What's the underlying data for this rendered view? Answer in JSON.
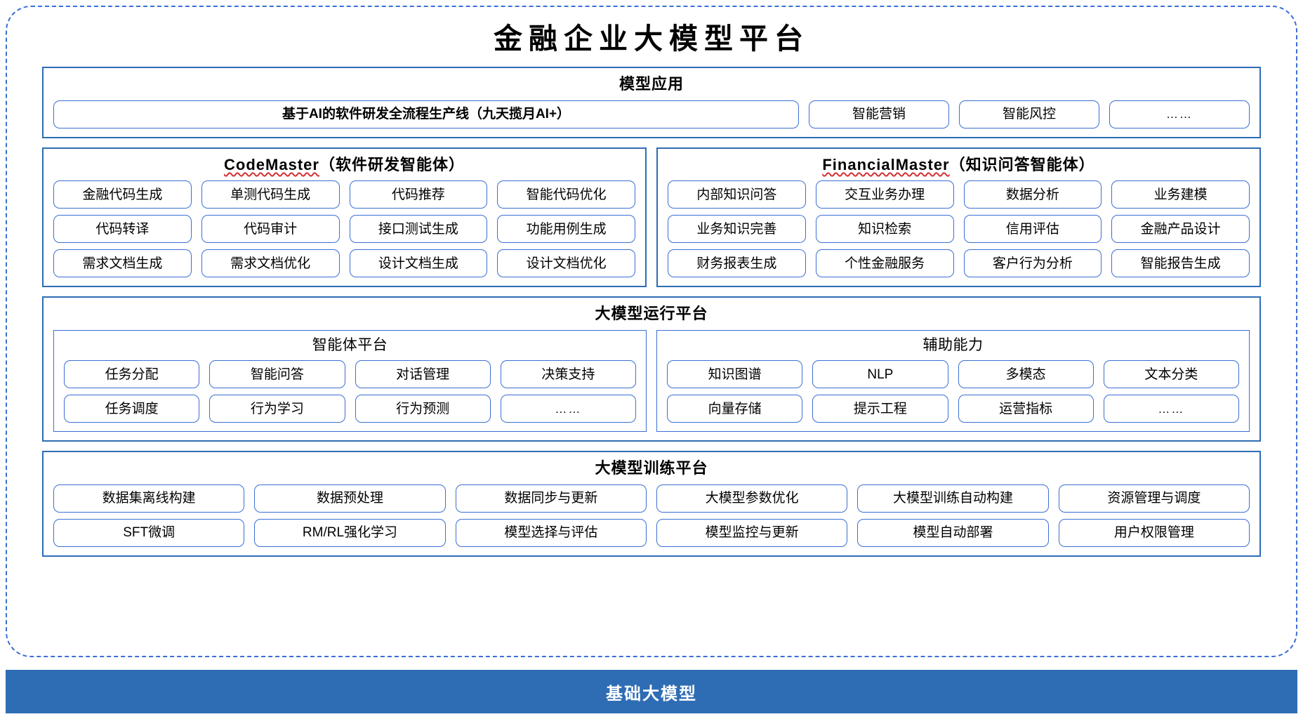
{
  "page": {
    "title": "金融企业大模型平台",
    "accent_blue": "#2E6DB4",
    "cell_border_blue": "#3B6FD4",
    "frame_dashed_blue": "#3B6FD4"
  },
  "model_application": {
    "title": "模型应用",
    "items": [
      "基于AI的软件研发全流程生产线（九天揽月AI+）",
      "智能营销",
      "智能风控",
      "……"
    ]
  },
  "agents": [
    {
      "title_en": "CodeMaster",
      "title_cn": "（软件研发智能体）",
      "items": [
        "金融代码生成",
        "单测代码生成",
        "代码推荐",
        "智能代码优化",
        "代码转译",
        "代码审计",
        "接口测试生成",
        "功能用例生成",
        "需求文档生成",
        "需求文档优化",
        "设计文档生成",
        "设计文档优化"
      ]
    },
    {
      "title_en": "FinancialMaster",
      "title_cn": "（知识问答智能体）",
      "items": [
        "内部知识问答",
        "交互业务办理",
        "数据分析",
        "业务建模",
        "业务知识完善",
        "知识检索",
        "信用评估",
        "金融产品设计",
        "财务报表生成",
        "个性金融服务",
        "客户行为分析",
        "智能报告生成"
      ]
    }
  ],
  "runtime_platform": {
    "title": "大模型运行平台",
    "groups": [
      {
        "title": "智能体平台",
        "items": [
          "任务分配",
          "智能问答",
          "对话管理",
          "决策支持",
          "任务调度",
          "行为学习",
          "行为预测",
          "……"
        ]
      },
      {
        "title": "辅助能力",
        "items": [
          "知识图谱",
          "NLP",
          "多模态",
          "文本分类",
          "向量存储",
          "提示工程",
          "运营指标",
          "……"
        ]
      }
    ]
  },
  "training_platform": {
    "title": "大模型训练平台",
    "items": [
      "数据集离线构建",
      "数据预处理",
      "数据同步与更新",
      "大模型参数优化",
      "大模型训练自动构建",
      "资源管理与调度",
      "SFT微调",
      "RM/RL强化学习",
      "模型选择与评估",
      "模型监控与更新",
      "模型自动部署",
      "用户权限管理"
    ]
  },
  "footer": {
    "label": "基础大模型"
  }
}
